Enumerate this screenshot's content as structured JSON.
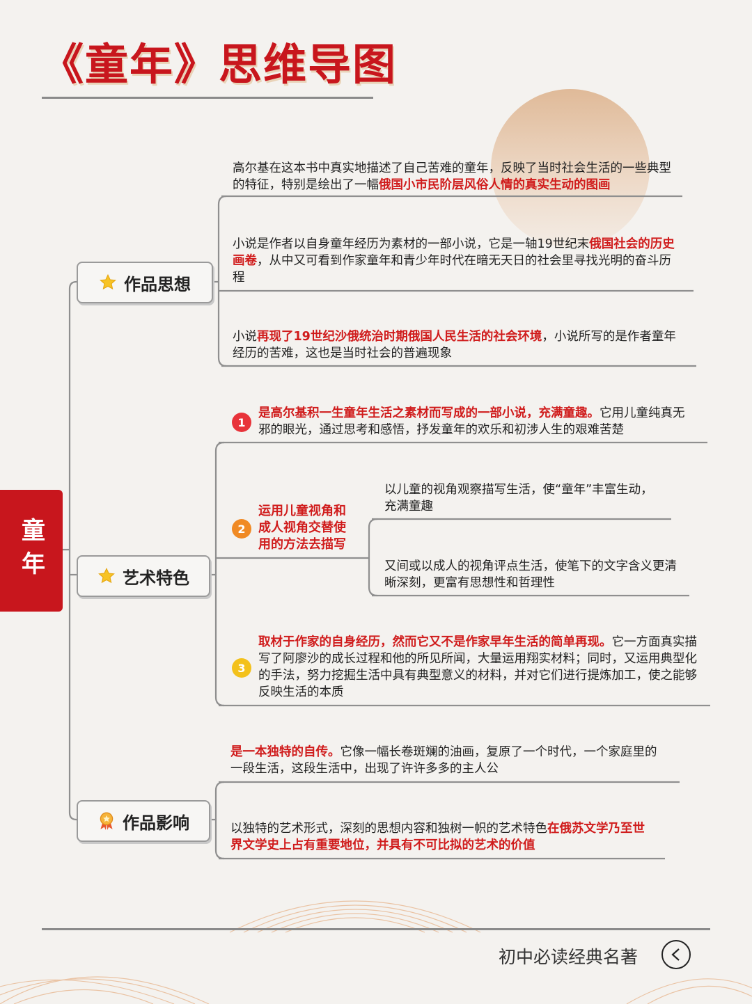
{
  "title": "《童年》思维导图",
  "root": {
    "label": "童年"
  },
  "colors": {
    "accent": "#c8161d",
    "highlight": "#d01c1c",
    "num1": "#e8333a",
    "num2": "#f08a24",
    "num3": "#f3c11b"
  },
  "branches": [
    {
      "label": "作品思想",
      "icon": "star-icon",
      "items": [
        {
          "parts": [
            {
              "t": "高尔基在这本书中真实地描述了自己苦难的童年，反映了当时社会生活的一些典型的特征，特别是绘出了一幅"
            },
            {
              "t": "俄国小市民阶层风俗人情的真实生动的图画",
              "hl": true
            }
          ]
        },
        {
          "parts": [
            {
              "t": "小说是作者以自身童年经历为素材的一部小说，它是一轴19世纪末"
            },
            {
              "t": "俄国社会的历史画卷",
              "hl": true
            },
            {
              "t": "，从中又可看到作家童年和青少年时代在暗无天日的社会里寻找光明的奋斗历程"
            }
          ]
        },
        {
          "parts": [
            {
              "t": "小说"
            },
            {
              "t": "再现了19世纪沙俄统治时期俄国人民生活的社会环境",
              "hl": true
            },
            {
              "t": "，小说所写的是作者童年经历的苦难，这也是当时社会的普遍现象"
            }
          ]
        }
      ]
    },
    {
      "label": "艺术特色",
      "icon": "star-icon",
      "items": [
        {
          "num": "1",
          "parts": [
            {
              "t": "是高尔基积一生童年生活之素材而写成的一部小说，充满童趣。",
              "hl": true
            },
            {
              "t": "它用儿童纯真无邪的眼光，通过思考和感悟，抒发童年的欢乐和初涉人生的艰难苦楚"
            }
          ]
        },
        {
          "num": "2",
          "method": "运用儿童视角和成人视角交替使用的方法去描写",
          "subs": [
            {
              "parts": [
                {
                  "t": "以儿童的视角观察描写生活，使“童年”丰富生动，充满童趣"
                }
              ]
            },
            {
              "parts": [
                {
                  "t": "又间或以成人的视角评点生活，使笔下的文字含义更清晰深刻，更富有思想性和哲理性"
                }
              ]
            }
          ]
        },
        {
          "num": "3",
          "parts": [
            {
              "t": "取材于作家的自身经历，然而它又不是作家早年生活的简单再现。",
              "hl": true
            },
            {
              "t": "它一方面真实描写了阿廖沙的成长过程和他的所见所闻，大量运用翔实材料；同时，又运用典型化的手法，努力挖掘生活中具有典型意义的材料，并对它们进行提炼加工，使之能够反映生活的本质"
            }
          ]
        }
      ]
    },
    {
      "label": "作品影响",
      "icon": "award-medal-icon",
      "items": [
        {
          "parts": [
            {
              "t": "是一本独特的自传。",
              "hl": true
            },
            {
              "t": "它像一幅长卷斑斓的油画，复原了一个时代，一个家庭里的一段生活，这段生活中，出现了许许多多的主人公"
            }
          ]
        },
        {
          "parts": [
            {
              "t": "以独特的艺术形式，深刻的思想内容和独树一帜的艺术特色"
            },
            {
              "t": "在俄苏文学乃至世界文学史上占有重要地位，并具有不可比拟的艺术的价值",
              "hl": true
            }
          ]
        }
      ]
    }
  ],
  "footer": {
    "text": "初中必读经典名著",
    "back_icon": "chevron-left-icon"
  }
}
